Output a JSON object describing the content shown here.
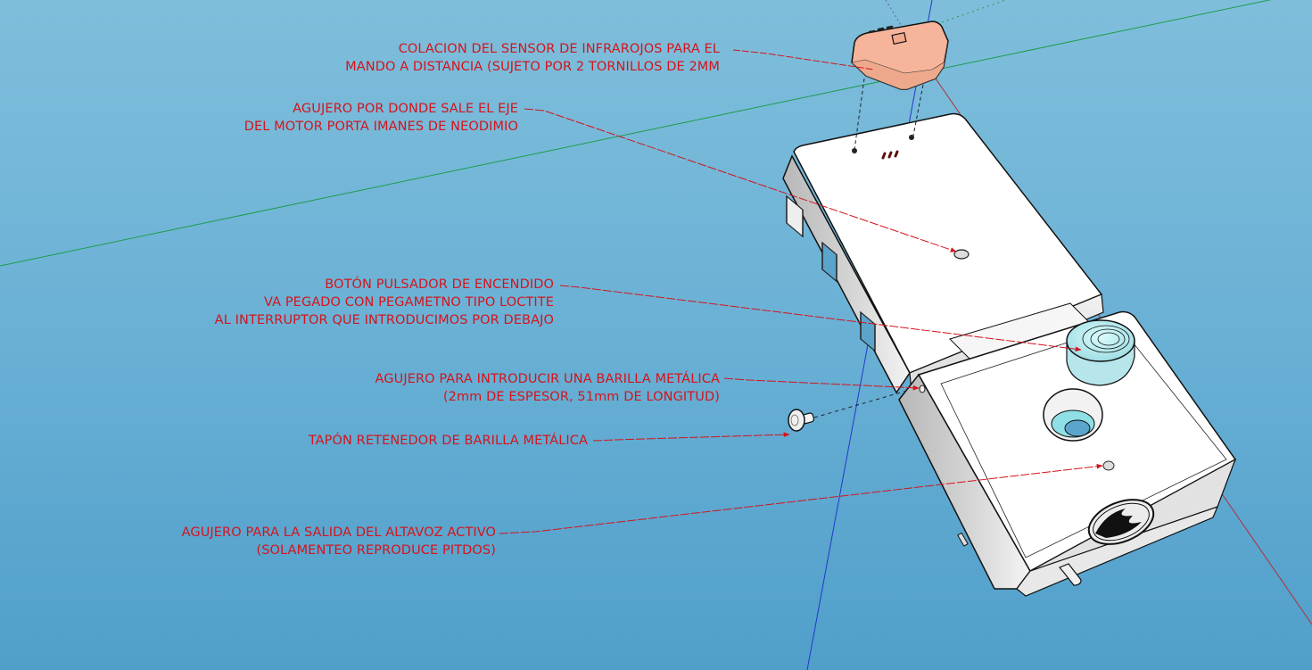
{
  "colors": {
    "background_top": "#7fbedb",
    "background_bottom": "#509fcb",
    "annotation_text": "#d4141c",
    "leader_line": "#d4141c",
    "axis_red": "#c0282a",
    "axis_green": "#1e9c4a",
    "axis_blue": "#2438c8",
    "ir_sensor_cover": "#f6b59a",
    "push_button": "#bfeff2",
    "enclosure": "#ffffff",
    "enclosure_shadow": "#c4c4c4"
  },
  "annotations": [
    {
      "id": "ir-sensor",
      "lines": [
        "COLACION DEL SENSOR DE INFRAROJOS PARA EL",
        "MANDO A DISTANCIA (SUJETO POR 2 TORNILLOS DE 2MM"
      ]
    },
    {
      "id": "motor-shaft-hole",
      "lines": [
        "AGUJERO POR DONDE SALE EL EJE",
        "DEL MOTOR PORTA IMANES DE NEODIMIO"
      ]
    },
    {
      "id": "power-button",
      "lines": [
        "BOTÓN PULSADOR DE ENCENDIDO",
        "VA PEGADO CON PEGAMETNO TIPO LOCTITE",
        "AL INTERRUPTOR QUE INTRODUCIMOS POR DEBAJO"
      ]
    },
    {
      "id": "rod-hole",
      "lines": [
        "AGUJERO PARA INTRODUCIR UNA BARILLA METÁLICA",
        "(2mm DE ESPESOR, 51mm  DE LONGITUD)"
      ]
    },
    {
      "id": "rod-cap",
      "lines": [
        "TAPÓN RETENEDOR DE BARILLA METÁLICA"
      ]
    },
    {
      "id": "speaker-hole",
      "lines": [
        "AGUJERO PARA LA SALIDA DEL ALTAVOZ ACTIVO",
        "(SOLAMENTEO REPRODUCE PITDOS)"
      ]
    }
  ],
  "parts": [
    {
      "id": "ir-sensor-cover",
      "name": "IR sensor cover"
    },
    {
      "id": "upper-enclosure",
      "name": "Upper enclosure"
    },
    {
      "id": "lower-enclosure",
      "name": "Lower enclosure"
    },
    {
      "id": "push-button",
      "name": "Power push button"
    },
    {
      "id": "rod-cap",
      "name": "Rod retaining cap"
    },
    {
      "id": "metal-rod",
      "name": "Metal rod"
    }
  ]
}
